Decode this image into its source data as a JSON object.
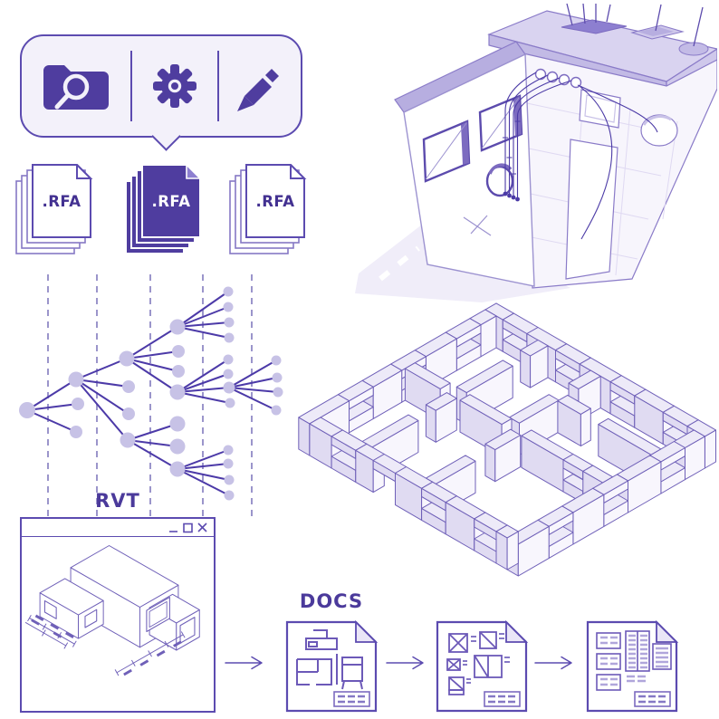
{
  "palette": {
    "accent": "#4F3D9F",
    "accent_deep": "#433191",
    "outline": "#5C4BB0",
    "line": "#6F60B8",
    "tree_edge": "#4C3AA8",
    "node_fill": "#C7C2E6",
    "dashed": "#9B95CB",
    "bubble_bg": "#F3F1FA",
    "label": "#4B3A9B",
    "wall_light": "#EDEAF8",
    "wall_mid": "#E0DBF2",
    "wall_bright": "#F8F6FD",
    "wall_deep": "#D7D1EE"
  },
  "toolbar": {
    "icons": [
      {
        "name": "folder-search-icon"
      },
      {
        "name": "gear-icon"
      },
      {
        "name": "pencil-icon"
      }
    ]
  },
  "file_stacks": [
    {
      "label": ".RFA",
      "style": "outline"
    },
    {
      "label": ".RFA",
      "style": "filled"
    },
    {
      "label": ".RFA",
      "style": "outline"
    }
  ],
  "rvt_window": {
    "label": "RVT",
    "controls": [
      {
        "name": "minimize-icon"
      },
      {
        "name": "maximize-icon"
      },
      {
        "name": "close-icon"
      }
    ]
  },
  "docs_flow": {
    "label": "DOCS",
    "documents": [
      {
        "name": "sheet-floor-plan"
      },
      {
        "name": "sheet-elevations"
      },
      {
        "name": "sheet-schedules"
      }
    ]
  }
}
